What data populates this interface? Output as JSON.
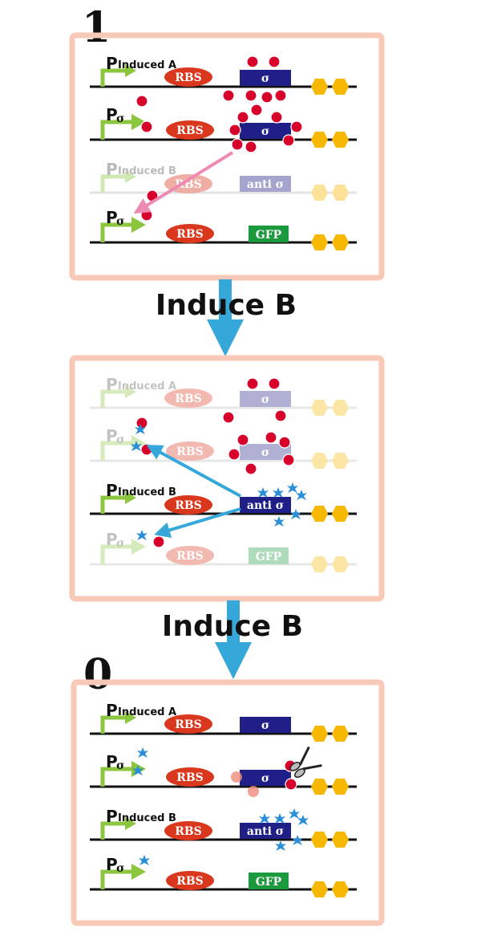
{
  "colors": {
    "panel_border": "#f7c9b6",
    "rbs": "#d9381e",
    "sigma": "#1f1f87",
    "gfp": "#1a9a3c",
    "promoter_green": "#8cc63f",
    "terminator": "#f6b800",
    "sigma_dot": "#d6002a",
    "anti_sigma_star": "#2a8fd8",
    "arrow_pink": "#ef8ab4",
    "arrow_blue": "#35a8d9",
    "faded_line": "#bdbdbd"
  },
  "panel_labels": {
    "top": "1",
    "bottom": "0"
  },
  "induce_labels": {
    "first": "Induce B",
    "second": "Induce B"
  },
  "labels": {
    "p": "P",
    "induced_a": "Induced A",
    "induced_b": "Induced B",
    "sigma_sub": "σ",
    "rbs": "RBS",
    "sigma": "σ",
    "anti_sigma": "anti σ",
    "gfp": "GFP"
  },
  "icons": {
    "scissors": "scissors-icon"
  }
}
